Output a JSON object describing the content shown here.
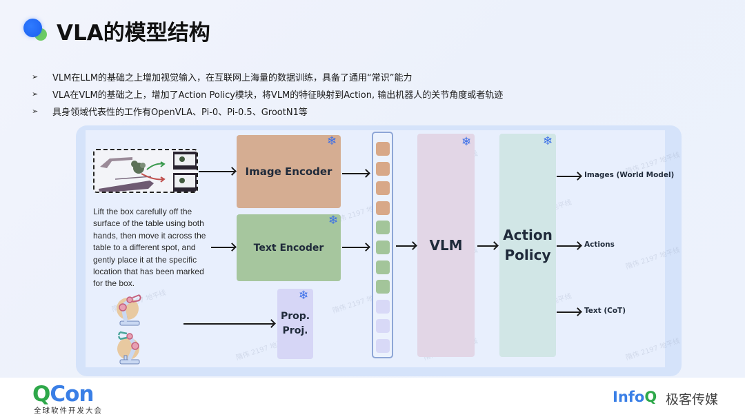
{
  "title": "VLA的模型结构",
  "bullets": [
    "VLM在LLM的基础之上增加视觉输入，在互联网上海量的数据训练，具备了通用“常识”能力",
    "VLA在VLM的基础之上，增加了Action Policy模块，将VLM的特征映射到Action, 输出机器人的关节角度或者轨迹",
    "具身领域代表性的工作有OpenVLA、Pi-0、Pi-0.5、GrootN1等"
  ],
  "bullet_marker": "➢",
  "diagram": {
    "instruction": "Lift the box carefully off the surface of the table using both hands, then move it across the table to a different spot, and gently place it at the specific location that has been marked for the box.",
    "image_encoder": "Image Encoder",
    "text_encoder": "Text Encoder",
    "prop_proj_line1": "Prop.",
    "prop_proj_line2": "Proj.",
    "vlm": "VLM",
    "action_policy_line1": "Action",
    "action_policy_line2": "Policy",
    "outputs": [
      "Images   (World Model)",
      "Actions",
      "Text (CoT)"
    ],
    "frozen_icon": "❄",
    "tokens": [
      {
        "type": "image",
        "color": "#d8a888"
      },
      {
        "type": "image",
        "color": "#d8a888"
      },
      {
        "type": "image",
        "color": "#d8a888"
      },
      {
        "type": "image",
        "color": "#d8a888"
      },
      {
        "type": "text",
        "color": "#a3c59a"
      },
      {
        "type": "text",
        "color": "#a3c59a"
      },
      {
        "type": "text",
        "color": "#a3c59a"
      },
      {
        "type": "text",
        "color": "#a3c59a"
      },
      {
        "type": "proprio",
        "color": "#d8d9f7"
      },
      {
        "type": "proprio",
        "color": "#d8d9f7"
      },
      {
        "type": "proprio",
        "color": "#d8d9f7"
      }
    ],
    "watermark": "隋伟 2197 地平线"
  },
  "footer": {
    "qcon_q": "Q",
    "qcon_con": "Con",
    "qcon_sub": "全球软件开发大会",
    "infoq_info": "Info",
    "infoq_q": "Q",
    "infoq_cn": "极客传媒"
  }
}
